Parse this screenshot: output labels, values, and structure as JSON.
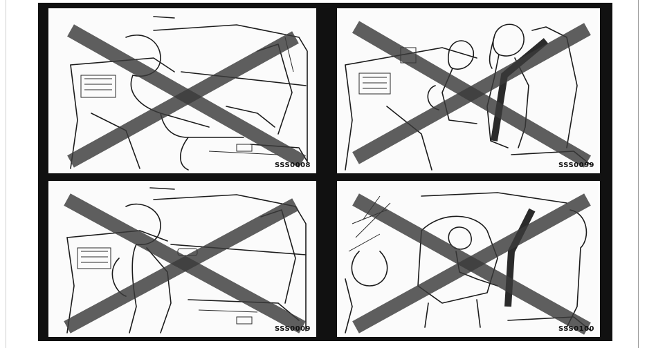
{
  "panels": [
    {
      "code": "SSS0008",
      "crossed_out": true,
      "illustration": "adult-leaning-toward-dashboard-icon"
    },
    {
      "code": "SSS0099",
      "crossed_out": true,
      "illustration": "child-on-adult-lap-icon"
    },
    {
      "code": "SSS0009",
      "crossed_out": true,
      "illustration": "adult-against-door-icon"
    },
    {
      "code": "SSS0100",
      "crossed_out": true,
      "illustration": "rear-facing-child-seat-airbag-icon"
    }
  ]
}
